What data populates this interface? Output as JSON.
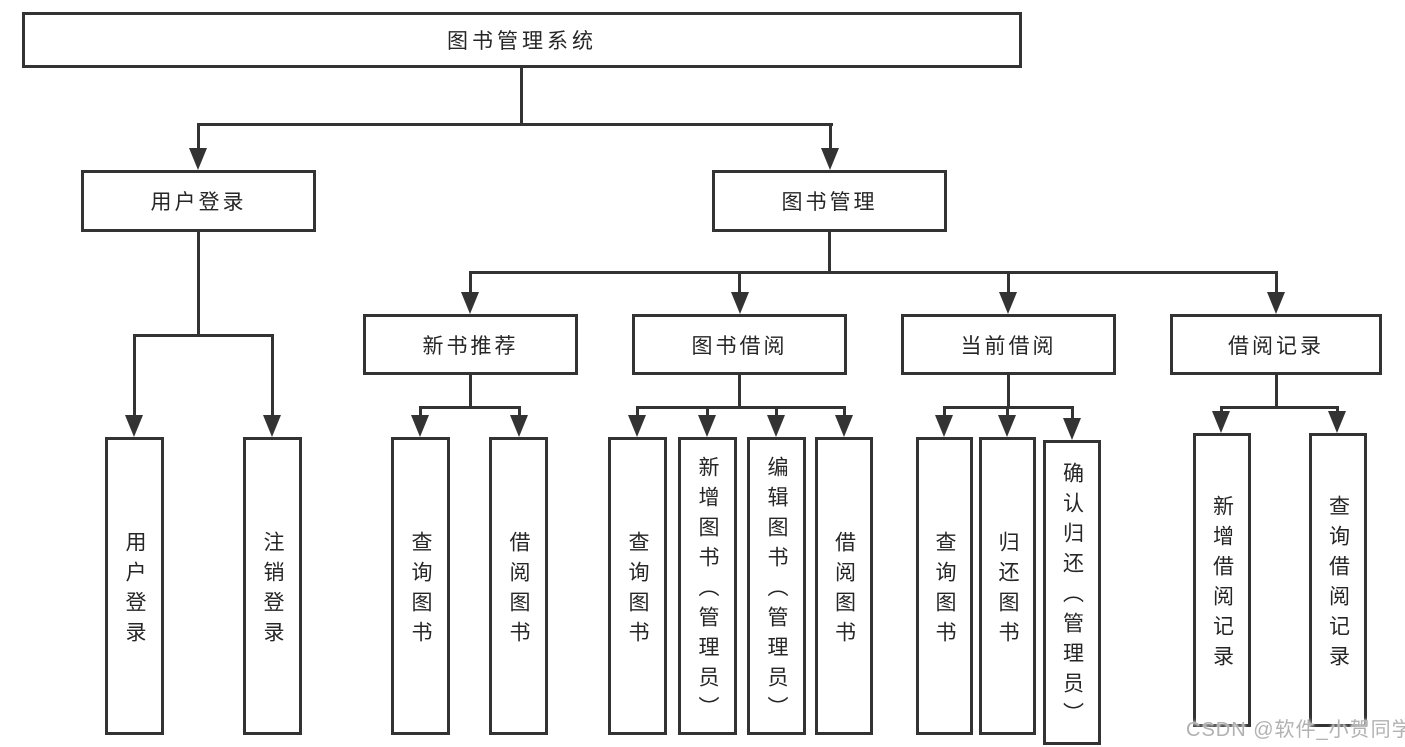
{
  "diagram_title": "图书管理系统",
  "tree": {
    "root": {
      "label": "图书管理系统",
      "children": [
        {
          "label": "用户登录",
          "children": [
            {
              "label": "用户登录"
            },
            {
              "label": "注销登录"
            }
          ]
        },
        {
          "label": "图书管理",
          "children": [
            {
              "label": "新书推荐",
              "children": [
                {
                  "label": "查询图书"
                },
                {
                  "label": "借阅图书"
                }
              ]
            },
            {
              "label": "图书借阅",
              "children": [
                {
                  "label": "查询图书"
                },
                {
                  "label": "新增图书（管理员）"
                },
                {
                  "label": "编辑图书（管理员）"
                },
                {
                  "label": "借阅图书"
                }
              ]
            },
            {
              "label": "当前借阅",
              "children": [
                {
                  "label": "查询图书"
                },
                {
                  "label": "归还图书"
                },
                {
                  "label": "确认归还（管理员）"
                }
              ]
            },
            {
              "label": "借阅记录",
              "children": [
                {
                  "label": "新增借阅记录"
                },
                {
                  "label": "查询借阅记录"
                }
              ]
            }
          ]
        }
      ]
    }
  },
  "watermark": "CSDN @软件_小贺同学",
  "colors": {
    "line": "#333333",
    "box-bg": "#ffffff",
    "text": "#262626",
    "watermark": "#b2b2b2"
  }
}
